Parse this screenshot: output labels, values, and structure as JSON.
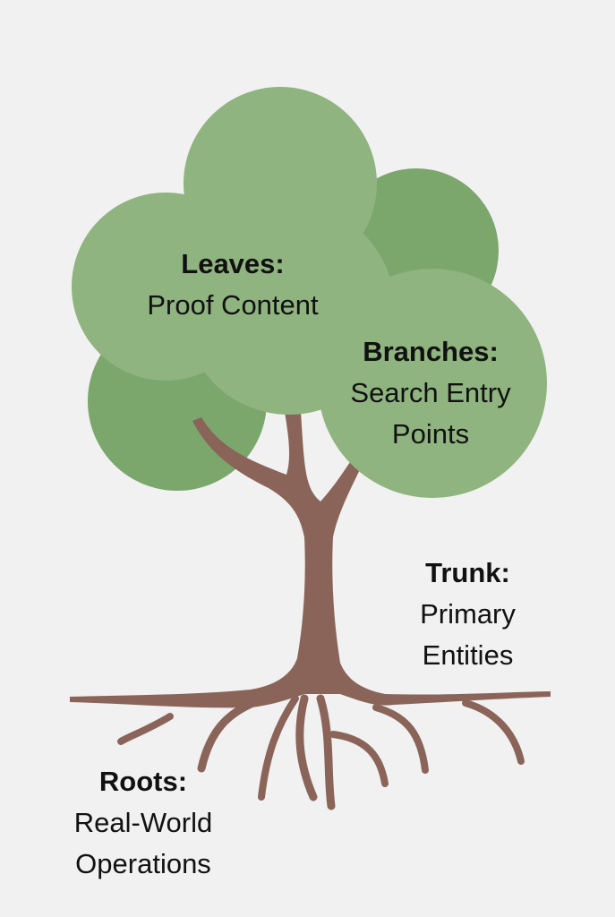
{
  "diagram": {
    "type": "tree-metaphor",
    "colors": {
      "background": "#f1f1f1",
      "foliage_light": "#8fb47f",
      "foliage_dark": "#7ba66c",
      "bark": "#8a6459",
      "text": "#111111"
    },
    "labels": {
      "leaves": {
        "title": "Leaves:",
        "lines": [
          "Proof Content"
        ]
      },
      "branches": {
        "title": "Branches:",
        "lines": [
          "Search Entry",
          "Points"
        ]
      },
      "trunk": {
        "title": "Trunk:",
        "lines": [
          "Primary",
          "Entities"
        ]
      },
      "roots": {
        "title": "Roots:",
        "lines": [
          "Real-World",
          "Operations"
        ]
      }
    }
  }
}
